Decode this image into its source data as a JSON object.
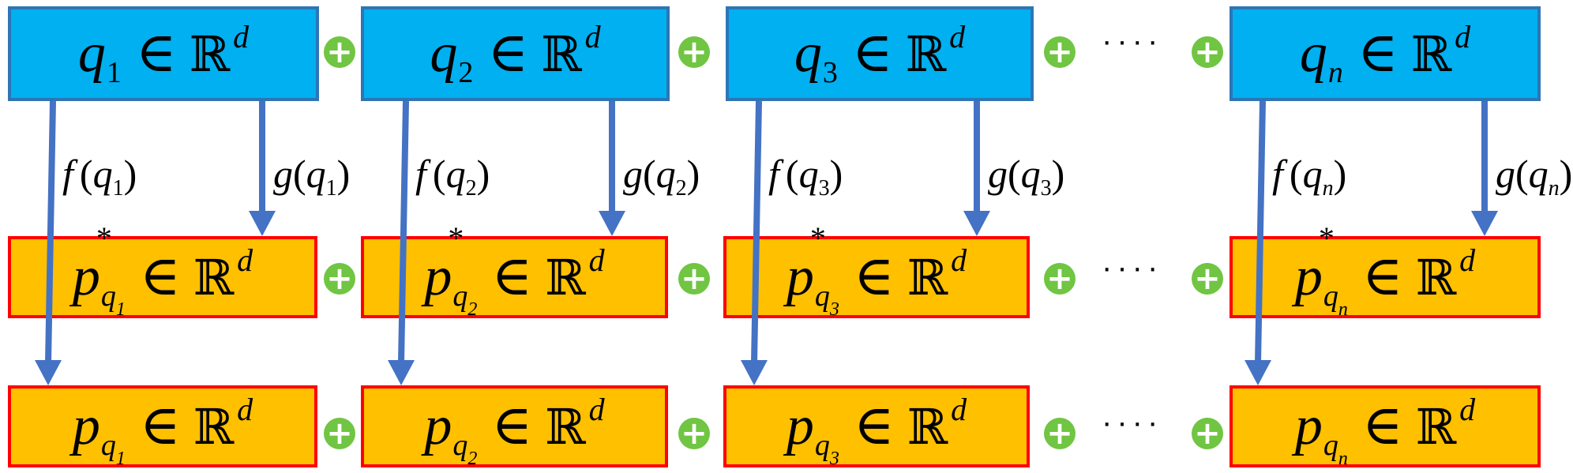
{
  "elem_symbol": "∈",
  "set_symbol": "ℝ",
  "dim_symbol": "d",
  "star_symbol": "*",
  "plus_symbol": "+",
  "ellipsis": "····",
  "columns": [
    {
      "q_var": "q",
      "q_sub": "1",
      "f_name": "f",
      "g_name": "g",
      "p_var": "p",
      "p_sub": "q",
      "p_sub2": "1"
    },
    {
      "q_var": "q",
      "q_sub": "2",
      "f_name": "f",
      "g_name": "g",
      "p_var": "p",
      "p_sub": "q",
      "p_sub2": "2"
    },
    {
      "q_var": "q",
      "q_sub": "3",
      "f_name": "f",
      "g_name": "g",
      "p_var": "p",
      "p_sub": "q",
      "p_sub2": "3"
    },
    {
      "q_var": "q",
      "q_sub": "n",
      "f_name": "f",
      "g_name": "g",
      "p_var": "p",
      "p_sub": "q",
      "p_sub2": "n"
    }
  ],
  "colors": {
    "q_fill": "#00b0f0",
    "q_border": "#2e75b6",
    "p_fill": "#ffc000",
    "p_border": "#ff0000",
    "arrow": "#4472c4",
    "plus": "#70c542"
  }
}
